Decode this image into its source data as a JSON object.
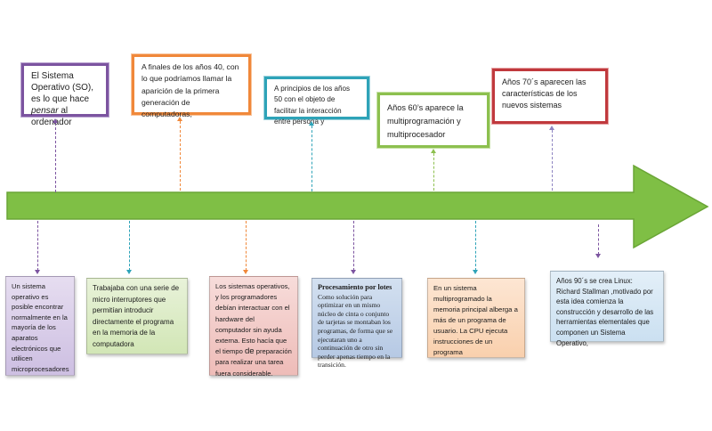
{
  "colors": {
    "arrow_fill": "#7fbf45",
    "arrow_stroke": "#6aa536",
    "purple": "#7c54a0",
    "orange": "#f0883a",
    "teal": "#2ea3b8",
    "green": "#8dc04f",
    "red": "#c0393d",
    "card_purple_bg": "#d8cde8",
    "card_green_bg": "#dcebc6",
    "card_red_bg": "#f3c9c6",
    "card_blue_bg": "#c3d4ea",
    "card_orange_bg": "#fbdcc2",
    "card_lightblue_bg": "#d6e7f4"
  },
  "top_boxes": [
    {
      "text_a": "El Sistema Operativo (SO), es lo que hace ",
      "text_em": "pensar",
      "text_b": " al ordenador"
    },
    {
      "text": "A finales de los años 40, con lo que podríamos llamar la aparición de la primera generación de computadoras,"
    },
    {
      "text": "A principios de los años 50 con el objeto de facilitar la interacción entre persona y"
    },
    {
      "text": "Años 60’s aparece la multiprogramación y multiprocesador"
    },
    {
      "text": "Años 70´s aparecen las características de los nuevos sistemas"
    }
  ],
  "bottom_cards": [
    {
      "text": "Un sistema operativo es posible encontrar normalmente en la mayoría de los aparatos electrónicos que utilicen microprocesadores"
    },
    {
      "text": "Trabajaba con una serie de micro interruptores que permitían introducir directamente el programa en la memoria de la computadora"
    },
    {
      "text_a": "Los sistemas operativos, y los programadores debían interactuar con el hardware del computador sin ayuda externa. Esto hacía que el tiempo ",
      "text_big": "de",
      "text_b": " preparación para realizar una tarea fuera considerable."
    },
    {
      "title": "Procesamiento por lotes",
      "text": "Como solución para  optimizar en un mismo núcleo de cinta o conjunto de tarjetas se montaban los programas, de forma que se ejecutaran uno a continuación de otro sin perder apenas tiempo en la transición."
    },
    {
      "text": "En un sistema multiprogramado la memoria principal alberga a más de un programa de usuario. La CPU ejecuta instrucciones de un programa"
    },
    {
      "text": "Años 90´s se crea Linux: Richard Stallman ,motivado por esta idea comienza la construcción y desarrollo de las herramientas elementales que componen un Sistema Operativo,"
    }
  ]
}
